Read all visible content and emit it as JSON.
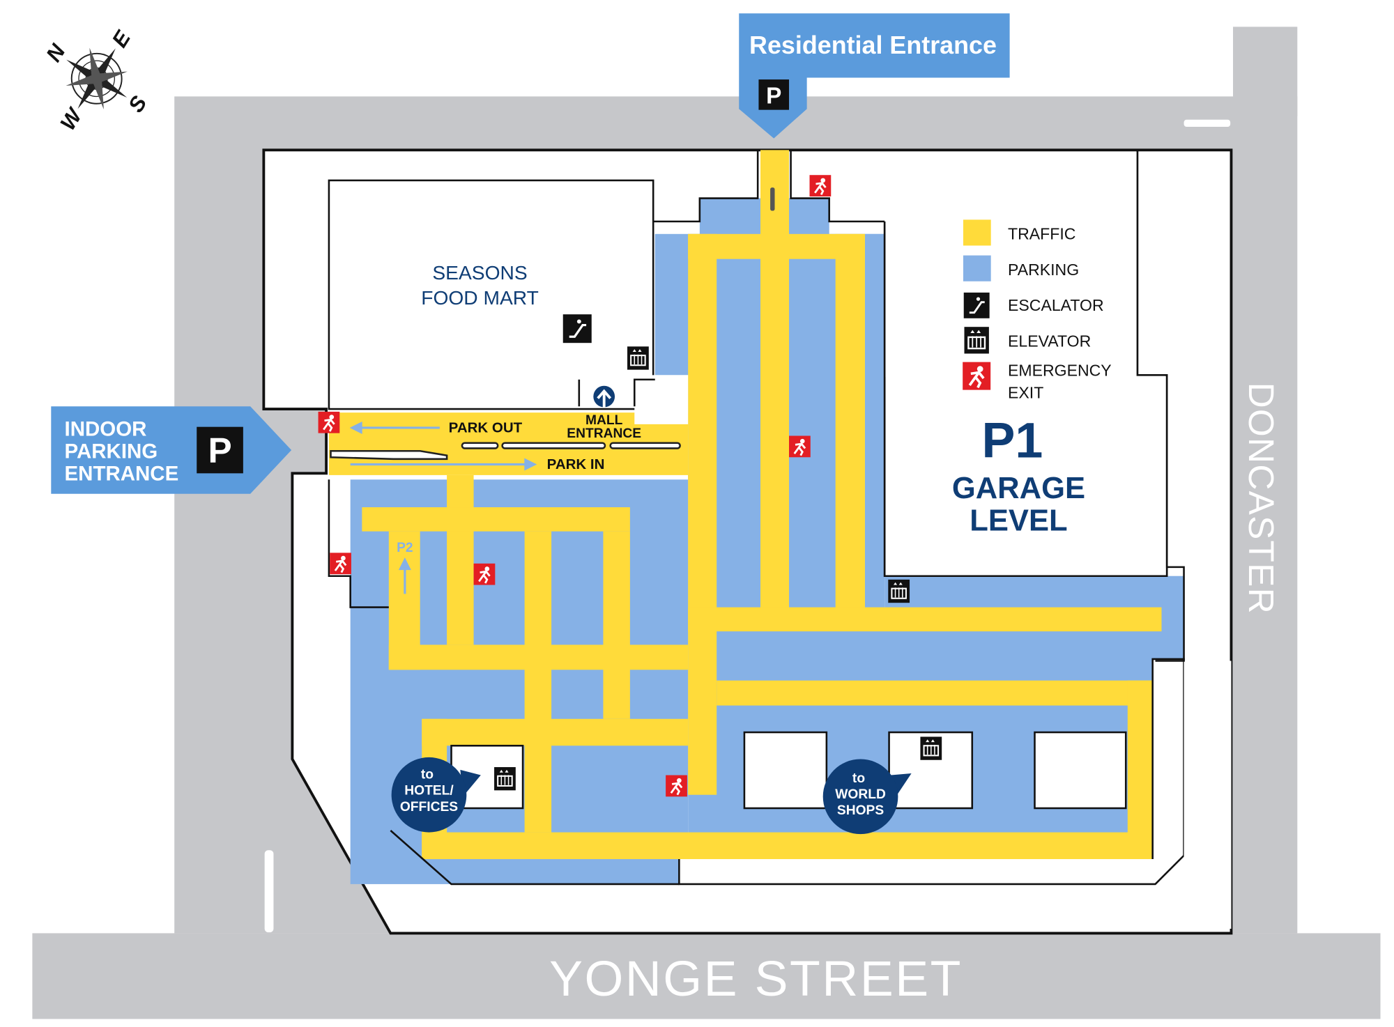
{
  "title": {
    "level": "P1",
    "subtitle_line1": "GARAGE",
    "subtitle_line2": "LEVEL"
  },
  "compass": {
    "n": "N",
    "e": "E",
    "s": "S",
    "w": "W"
  },
  "entrances": {
    "residential": {
      "label": "Residential Entrance",
      "badge": "P"
    },
    "indoor": {
      "line1": "INDOOR",
      "line2": "PARKING",
      "line3": "ENTRANCE",
      "badge": "P"
    }
  },
  "streets": {
    "bottom": "YONGE STREET",
    "right": "DONCASTER"
  },
  "stores": {
    "food_mart_line1": "SEASONS",
    "food_mart_line2": "FOOD MART"
  },
  "lanes": {
    "park_out": "PARK OUT",
    "park_in": "PARK IN",
    "mall_line1": "MALL",
    "mall_line2": "ENTRANCE",
    "p2": "P2"
  },
  "bubbles": {
    "hotel": {
      "line1": "to",
      "line2": "HOTEL/",
      "line3": "OFFICES"
    },
    "world": {
      "line1": "to",
      "line2": "WORLD",
      "line3": "SHOPS"
    }
  },
  "legend": [
    {
      "label": "TRAFFIC",
      "icon": "traffic-swatch",
      "color": "#ffdb3a"
    },
    {
      "label": "PARKING",
      "icon": "parking-swatch",
      "color": "#86b1e6"
    },
    {
      "label": "ESCALATOR",
      "icon": "escalator-icon"
    },
    {
      "label": "ELEVATOR",
      "icon": "elevator-icon"
    },
    {
      "label": "EMERGENCY",
      "label2": "EXIT",
      "icon": "emergency-exit-icon"
    }
  ],
  "colors": {
    "traffic": "#ffdb3a",
    "parking": "#86b1e6",
    "road": "#c6c7ca",
    "entrance": "#5b9bdc",
    "navy": "#0f3d75",
    "exit": "#e31e24"
  }
}
